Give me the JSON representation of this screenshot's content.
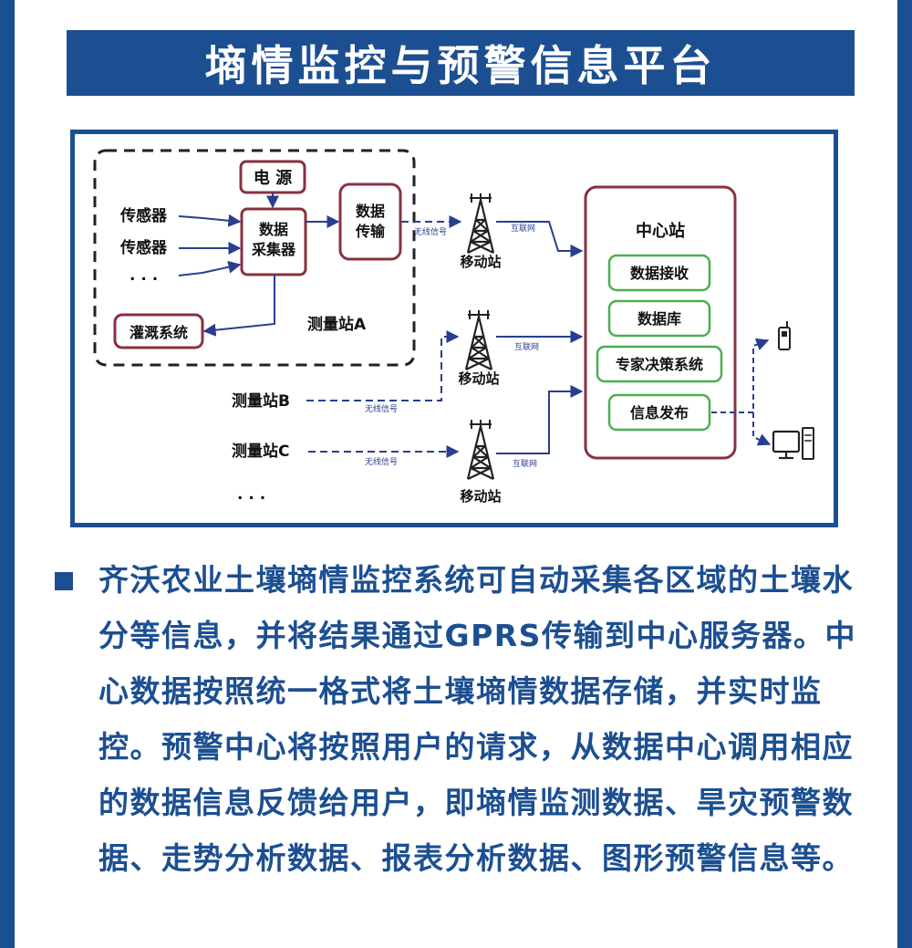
{
  "title": "墒情监控与预警信息平台",
  "diagram": {
    "power": "电 源",
    "sensor1": "传感器",
    "sensor2": "传感器",
    "sensor_more": ". . .",
    "collector_line1": "数据",
    "collector_line2": "采集器",
    "transmit_line1": "数据",
    "transmit_line2": "传输",
    "irrigation": "灌溉系统",
    "station_a": "测量站A",
    "station_b": "测量站B",
    "station_c": "测量站C",
    "station_more": ". . .",
    "wireless_a": "无线信号",
    "wireless_b": "无线信号",
    "wireless_c": "无线信号",
    "internet_a": "互联网",
    "internet_b": "互联网",
    "internet_c": "互联网",
    "tower_a": "移动站",
    "tower_b": "移动站",
    "tower_c": "移动站",
    "center_title": "中心站",
    "module_receive": "数据接收",
    "module_db": "数据库",
    "module_expert": "专家决策系统",
    "module_publish": "信息发布"
  },
  "description": "齐沃农业土壤墒情监控系统可自动采集各区域的土壤水分等信息，并将结果通过GPRS传输到中心服务器。中心数据按照统一格式将土壤墒情数据存储，并实时监控。预警中心将按照用户的请求，从数据中心调用相应的数据信息反馈给用户，即墒情监测数据、旱灾预警数据、走势分析数据、报表分析数据、图形预警信息等。",
  "colors": {
    "brand_blue": "#1c4f91",
    "box_border": "#8a3040",
    "module_border": "#4caf50",
    "arrow": "#2a3e8f"
  }
}
